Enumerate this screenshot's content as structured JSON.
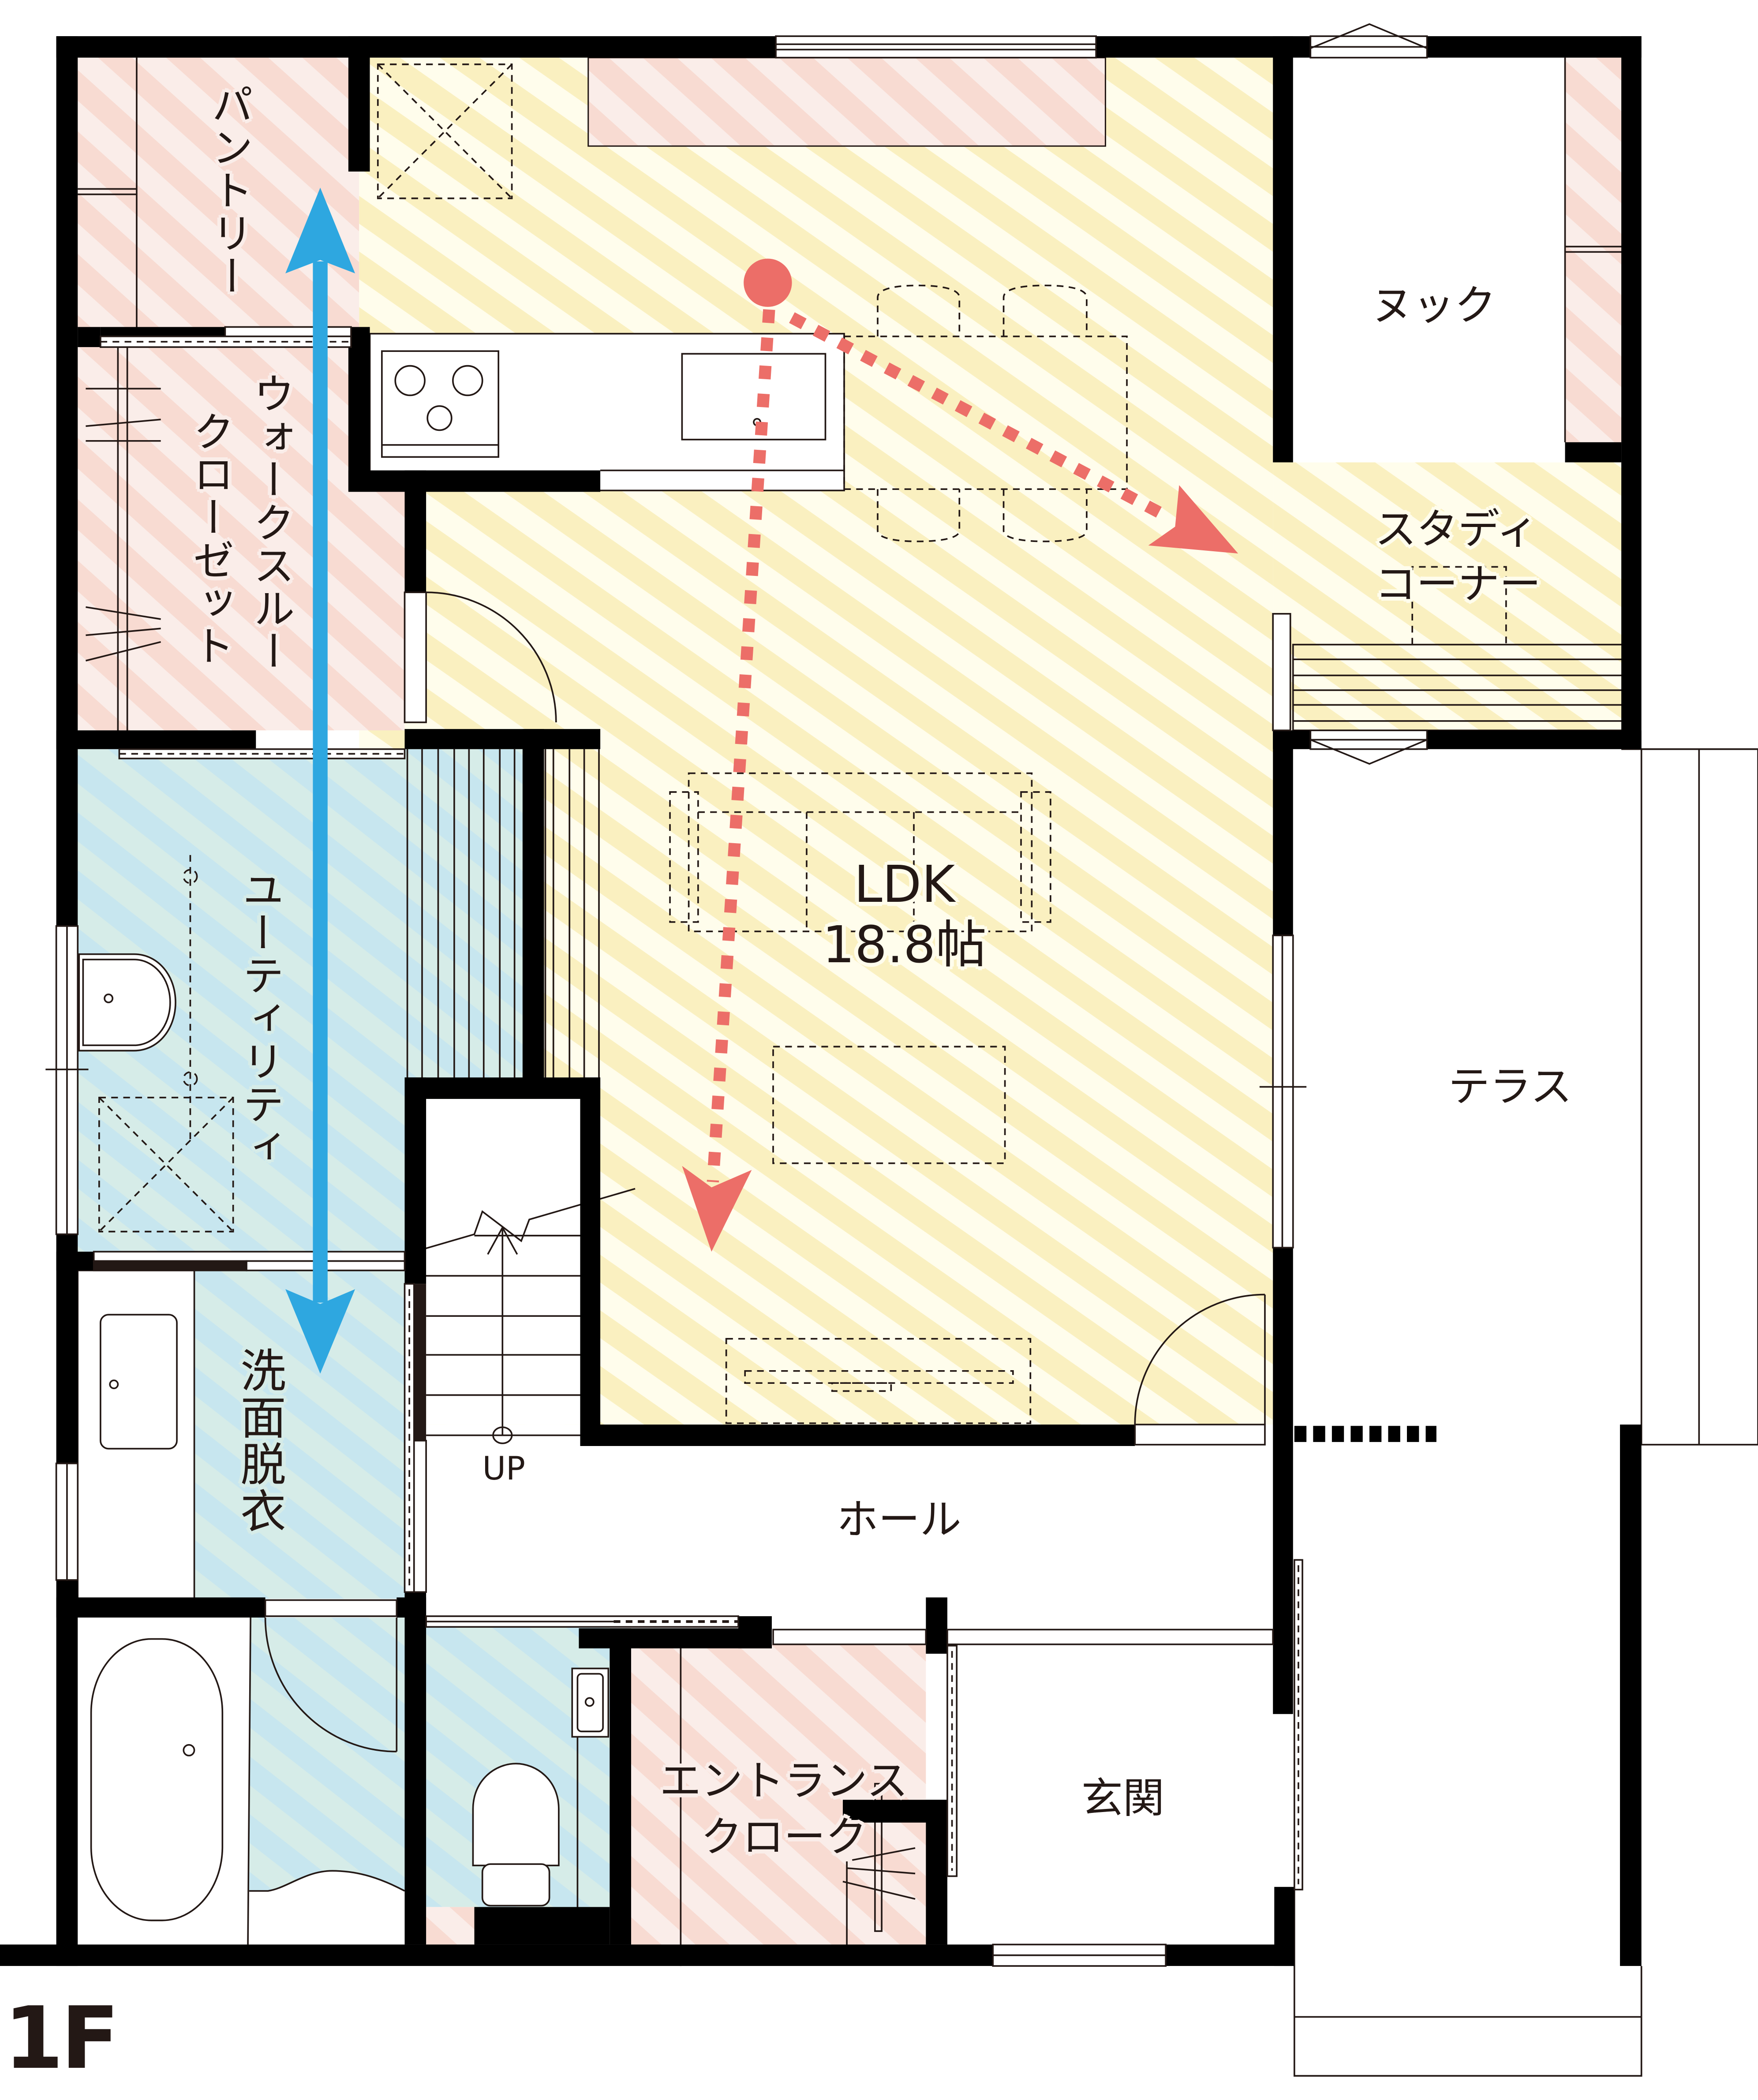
{
  "floor_label": "1F",
  "rooms": {
    "pantry": {
      "label": "パントリー"
    },
    "walk_through_closet": {
      "label_line1": "ウォークスルー",
      "label_line2": "クローゼット"
    },
    "utility": {
      "label": "ユーティリティ"
    },
    "washroom": {
      "label": "洗面脱衣"
    },
    "ldk": {
      "label": "LDK",
      "area": "18.8帖"
    },
    "nook": {
      "label": "ヌック"
    },
    "study_corner": {
      "label_line1": "スタディ",
      "label_line2": "コーナー"
    },
    "terrace": {
      "label": "テラス"
    },
    "hall": {
      "label": "ホール"
    },
    "entrance_cloak": {
      "label_line1": "エントランス",
      "label_line2": "クローク"
    },
    "entrance": {
      "label": "玄関"
    }
  },
  "stairs": {
    "direction_label": "UP"
  },
  "colors": {
    "wall": "#000000",
    "line": "#231815",
    "ldk_stripe_dark": "#faf0c0",
    "ldk_stripe_light": "#fffdec",
    "storage_stripe_dark": "#f8dbd2",
    "storage_stripe_light": "#faede9",
    "water_stripe_dark": "#c7e6ef",
    "water_stripe_light": "#d6ece8",
    "circulation_arrow": "#2ea7e0",
    "sightline_arrow": "#ec6e68"
  }
}
